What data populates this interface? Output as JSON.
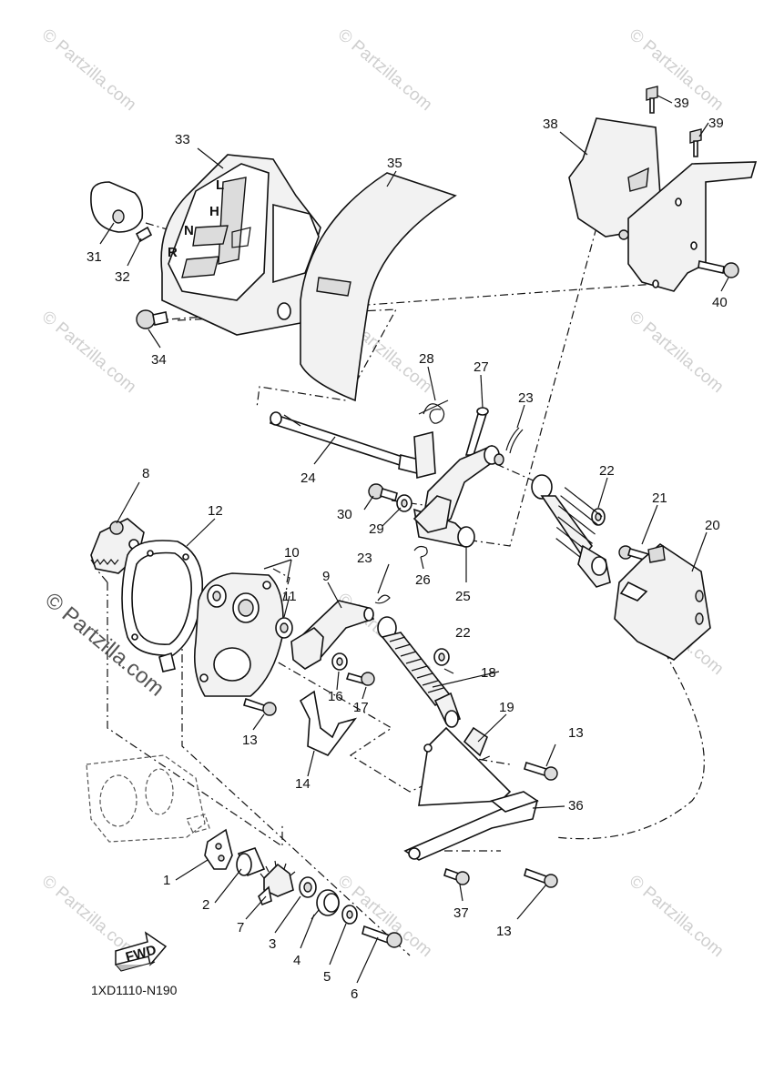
{
  "diagram_code": "1XD1110-N190",
  "fwd_label": "FWD",
  "watermark_small": "© Partzilla.com",
  "watermark_large": "© Partzilla.com",
  "callouts": {
    "c1": "1",
    "c2": "2",
    "c3": "3",
    "c4": "4",
    "c5": "5",
    "c6": "6",
    "c7": "7",
    "c8": "8",
    "c9": "9",
    "c10": "10",
    "c11": "11",
    "c12": "12",
    "c13a": "13",
    "c13b": "13",
    "c13c": "13",
    "c14": "14",
    "c16": "16",
    "c17": "17",
    "c18": "18",
    "c19": "19",
    "c20": "20",
    "c21": "21",
    "c22a": "22",
    "c22b": "22",
    "c23a": "23",
    "c23b": "23",
    "c24": "24",
    "c25": "25",
    "c26": "26",
    "c27": "27",
    "c28": "28",
    "c29": "29",
    "c30": "30",
    "c31": "31",
    "c32": "32",
    "c33": "33",
    "c34": "34",
    "c35": "35",
    "c36": "36",
    "c37": "37",
    "c38": "38",
    "c39a": "39",
    "c39b": "39",
    "c40": "40"
  },
  "shift_gate_letters": {
    "l": "L",
    "h": "H",
    "n": "N",
    "r": "R"
  }
}
